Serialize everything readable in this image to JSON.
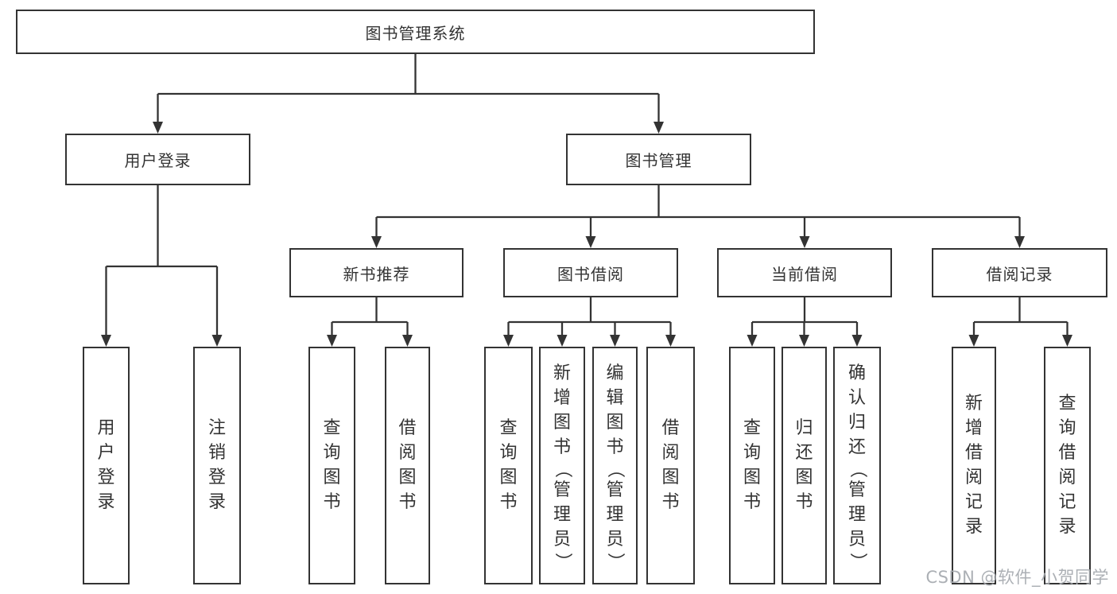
{
  "diagram": {
    "root": {
      "label": "图书管理系统",
      "children": [
        {
          "label": "用户登录",
          "children": [
            {
              "label": "用户登录"
            },
            {
              "label": "注销登录"
            }
          ]
        },
        {
          "label": "图书管理",
          "children": [
            {
              "label": "新书推荐",
              "children": [
                {
                  "label": "查询图书"
                },
                {
                  "label": "借阅图书"
                }
              ]
            },
            {
              "label": "图书借阅",
              "children": [
                {
                  "label": "查询图书"
                },
                {
                  "label": "新增图书（管理员）"
                },
                {
                  "label": "编辑图书（管理员）"
                },
                {
                  "label": "借阅图书"
                }
              ]
            },
            {
              "label": "当前借阅",
              "children": [
                {
                  "label": "查询图书"
                },
                {
                  "label": "归还图书"
                },
                {
                  "label": "确认归还（管理员）"
                }
              ]
            },
            {
              "label": "借阅记录",
              "children": [
                {
                  "label": "新增借阅记录"
                },
                {
                  "label": "查询借阅记录"
                }
              ]
            }
          ]
        }
      ]
    }
  },
  "watermark": {
    "text": "CSDN @软件_小贺同学"
  },
  "colors": {
    "line": "#333333",
    "box_border": "#333333",
    "text": "#333333",
    "background": "#ffffff",
    "watermark": "#a8acb1"
  }
}
